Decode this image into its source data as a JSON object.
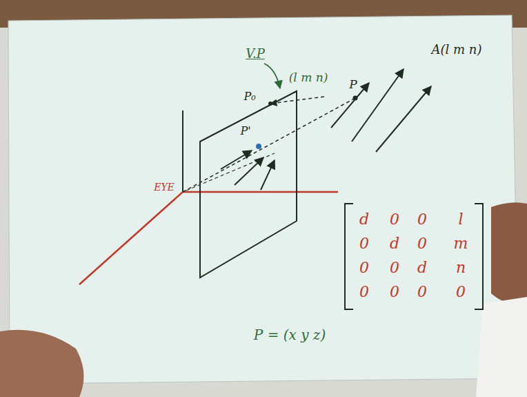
{
  "diagram": {
    "labels": [
      "V.P",
      "(l m n)",
      "P₀",
      "P'",
      "P",
      "A(l m n)",
      "EYE",
      "d",
      "0",
      "0",
      "l",
      "0",
      "d",
      "0",
      "m",
      "0",
      "0",
      "d",
      "n",
      "0",
      "0",
      "0",
      "0",
      "P = (x y z)"
    ]
  }
}
